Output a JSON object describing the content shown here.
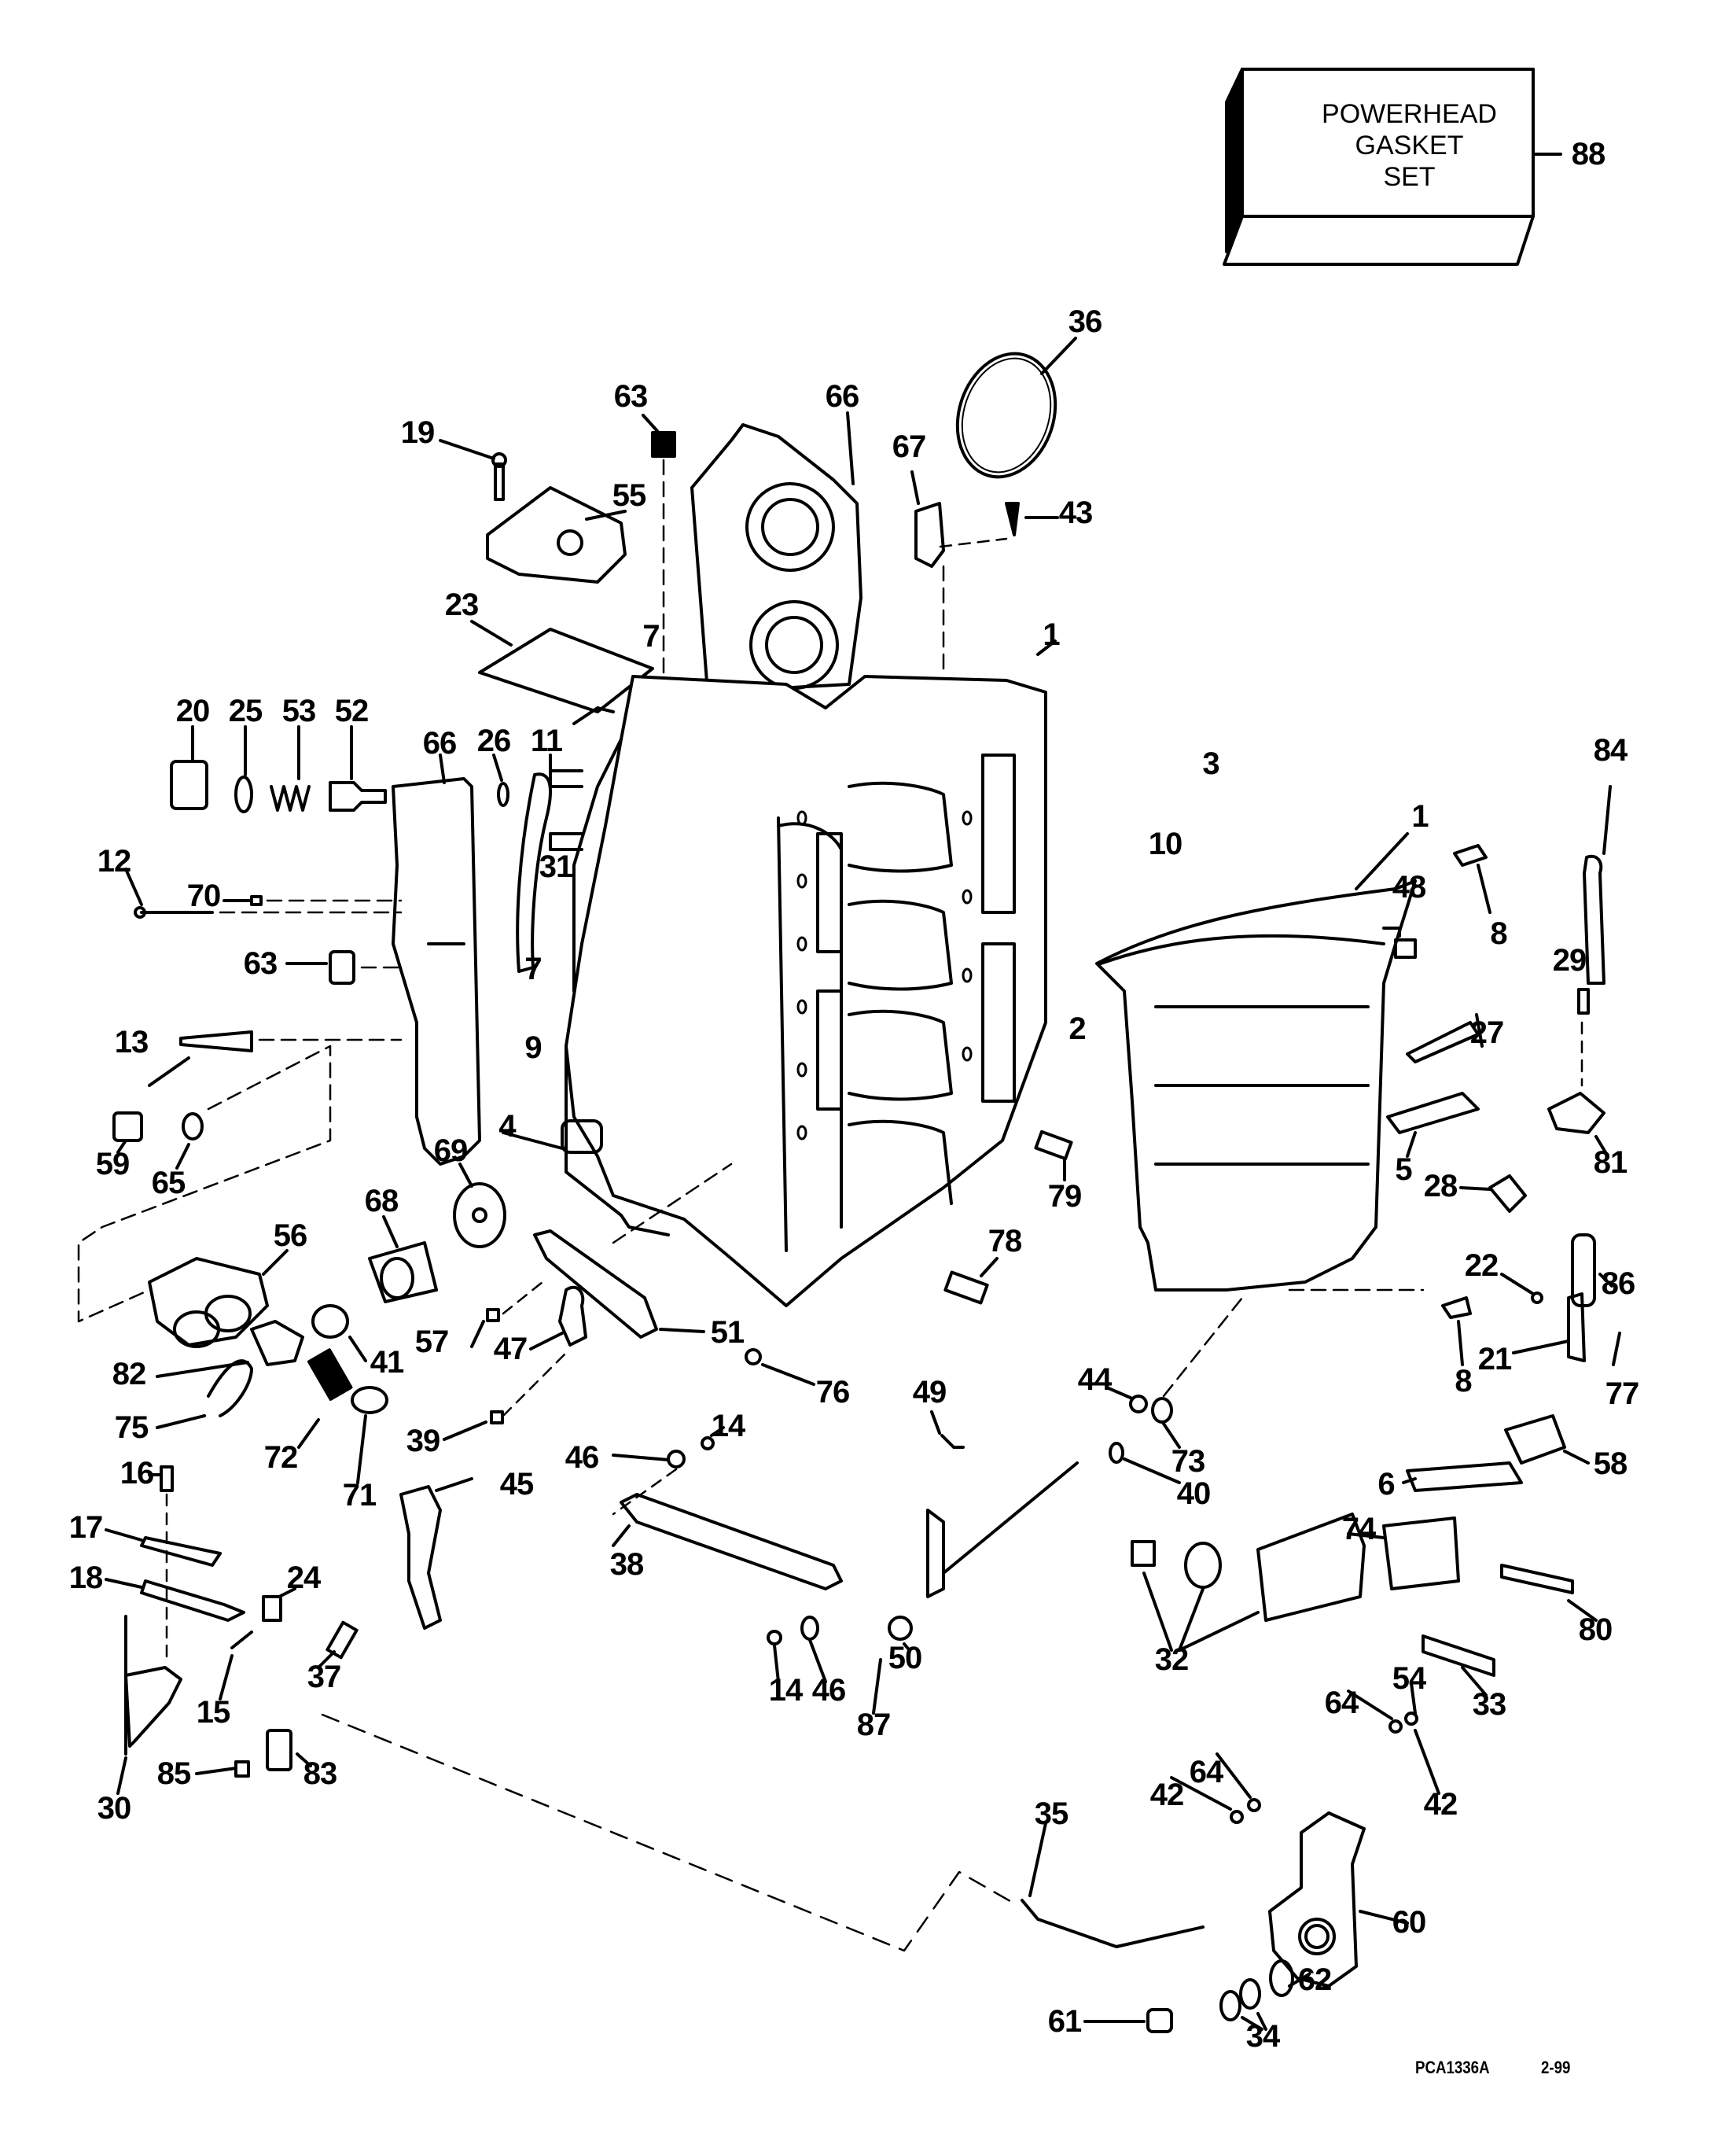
{
  "diagram": {
    "title": "Powerhead exploded parts diagram",
    "kit_label": {
      "line1": "POWERHEAD",
      "line2": "GASKET",
      "line3": "SET",
      "ref": "88"
    },
    "figure_code": "PCA1336A",
    "figure_date": "2-99",
    "callouts": [
      {
        "id": "c36",
        "label": "36"
      },
      {
        "id": "c63a",
        "label": "63"
      },
      {
        "id": "c66a",
        "label": "66"
      },
      {
        "id": "c19",
        "label": "19"
      },
      {
        "id": "c55",
        "label": "55"
      },
      {
        "id": "c67",
        "label": "67"
      },
      {
        "id": "c43",
        "label": "43"
      },
      {
        "id": "c23",
        "label": "23"
      },
      {
        "id": "c7a",
        "label": "7"
      },
      {
        "id": "c1a",
        "label": "1"
      },
      {
        "id": "c20",
        "label": "20"
      },
      {
        "id": "c25",
        "label": "25"
      },
      {
        "id": "c53",
        "label": "53"
      },
      {
        "id": "c52",
        "label": "52"
      },
      {
        "id": "c66b",
        "label": "66"
      },
      {
        "id": "c26",
        "label": "26"
      },
      {
        "id": "c11",
        "label": "11"
      },
      {
        "id": "c3",
        "label": "3"
      },
      {
        "id": "c10",
        "label": "10"
      },
      {
        "id": "c1b",
        "label": "1"
      },
      {
        "id": "c84",
        "label": "84"
      },
      {
        "id": "c48",
        "label": "48"
      },
      {
        "id": "c8a",
        "label": "8"
      },
      {
        "id": "c12",
        "label": "12"
      },
      {
        "id": "c70",
        "label": "70"
      },
      {
        "id": "c31",
        "label": "31"
      },
      {
        "id": "c63b",
        "label": "63"
      },
      {
        "id": "c7b",
        "label": "7"
      },
      {
        "id": "c29",
        "label": "29"
      },
      {
        "id": "c13",
        "label": "13"
      },
      {
        "id": "c9",
        "label": "9"
      },
      {
        "id": "c2",
        "label": "2"
      },
      {
        "id": "c27",
        "label": "27"
      },
      {
        "id": "c59",
        "label": "59"
      },
      {
        "id": "c65",
        "label": "65"
      },
      {
        "id": "c4",
        "label": "4"
      },
      {
        "id": "c69",
        "label": "69"
      },
      {
        "id": "c5",
        "label": "5"
      },
      {
        "id": "c81",
        "label": "81"
      },
      {
        "id": "c79",
        "label": "79"
      },
      {
        "id": "c28",
        "label": "28"
      },
      {
        "id": "c68",
        "label": "68"
      },
      {
        "id": "c56",
        "label": "56"
      },
      {
        "id": "c78",
        "label": "78"
      },
      {
        "id": "c86",
        "label": "86"
      },
      {
        "id": "c22",
        "label": "22"
      },
      {
        "id": "c57",
        "label": "57"
      },
      {
        "id": "c47",
        "label": "47"
      },
      {
        "id": "c51",
        "label": "51"
      },
      {
        "id": "c41",
        "label": "41"
      },
      {
        "id": "c82",
        "label": "82"
      },
      {
        "id": "c21",
        "label": "21"
      },
      {
        "id": "c8b",
        "label": "8"
      },
      {
        "id": "c77",
        "label": "77"
      },
      {
        "id": "c76",
        "label": "76"
      },
      {
        "id": "c49",
        "label": "49"
      },
      {
        "id": "c44",
        "label": "44"
      },
      {
        "id": "c75",
        "label": "75"
      },
      {
        "id": "c72",
        "label": "72"
      },
      {
        "id": "c71",
        "label": "71"
      },
      {
        "id": "c39",
        "label": "39"
      },
      {
        "id": "c46a",
        "label": "46"
      },
      {
        "id": "c14a",
        "label": "14"
      },
      {
        "id": "c73",
        "label": "73"
      },
      {
        "id": "c40",
        "label": "40"
      },
      {
        "id": "c58",
        "label": "58"
      },
      {
        "id": "c6",
        "label": "6"
      },
      {
        "id": "c16",
        "label": "16"
      },
      {
        "id": "c45",
        "label": "45"
      },
      {
        "id": "c17",
        "label": "17"
      },
      {
        "id": "c18",
        "label": "18"
      },
      {
        "id": "c24",
        "label": "24"
      },
      {
        "id": "c38",
        "label": "38"
      },
      {
        "id": "c74",
        "label": "74"
      },
      {
        "id": "c80",
        "label": "80"
      },
      {
        "id": "c32",
        "label": "32"
      },
      {
        "id": "c37",
        "label": "37"
      },
      {
        "id": "c15",
        "label": "15"
      },
      {
        "id": "c14b",
        "label": "14"
      },
      {
        "id": "c46b",
        "label": "46"
      },
      {
        "id": "c50",
        "label": "50"
      },
      {
        "id": "c87",
        "label": "87"
      },
      {
        "id": "c33",
        "label": "33"
      },
      {
        "id": "c30",
        "label": "30"
      },
      {
        "id": "c85",
        "label": "85"
      },
      {
        "id": "c83",
        "label": "83"
      },
      {
        "id": "c54",
        "label": "54"
      },
      {
        "id": "c64a",
        "label": "64"
      },
      {
        "id": "c64b",
        "label": "64"
      },
      {
        "id": "c42a",
        "label": "42"
      },
      {
        "id": "c42b",
        "label": "42"
      },
      {
        "id": "c35",
        "label": "35"
      },
      {
        "id": "c60",
        "label": "60"
      },
      {
        "id": "c62",
        "label": "62"
      },
      {
        "id": "c61",
        "label": "61"
      },
      {
        "id": "c34",
        "label": "34"
      }
    ]
  }
}
